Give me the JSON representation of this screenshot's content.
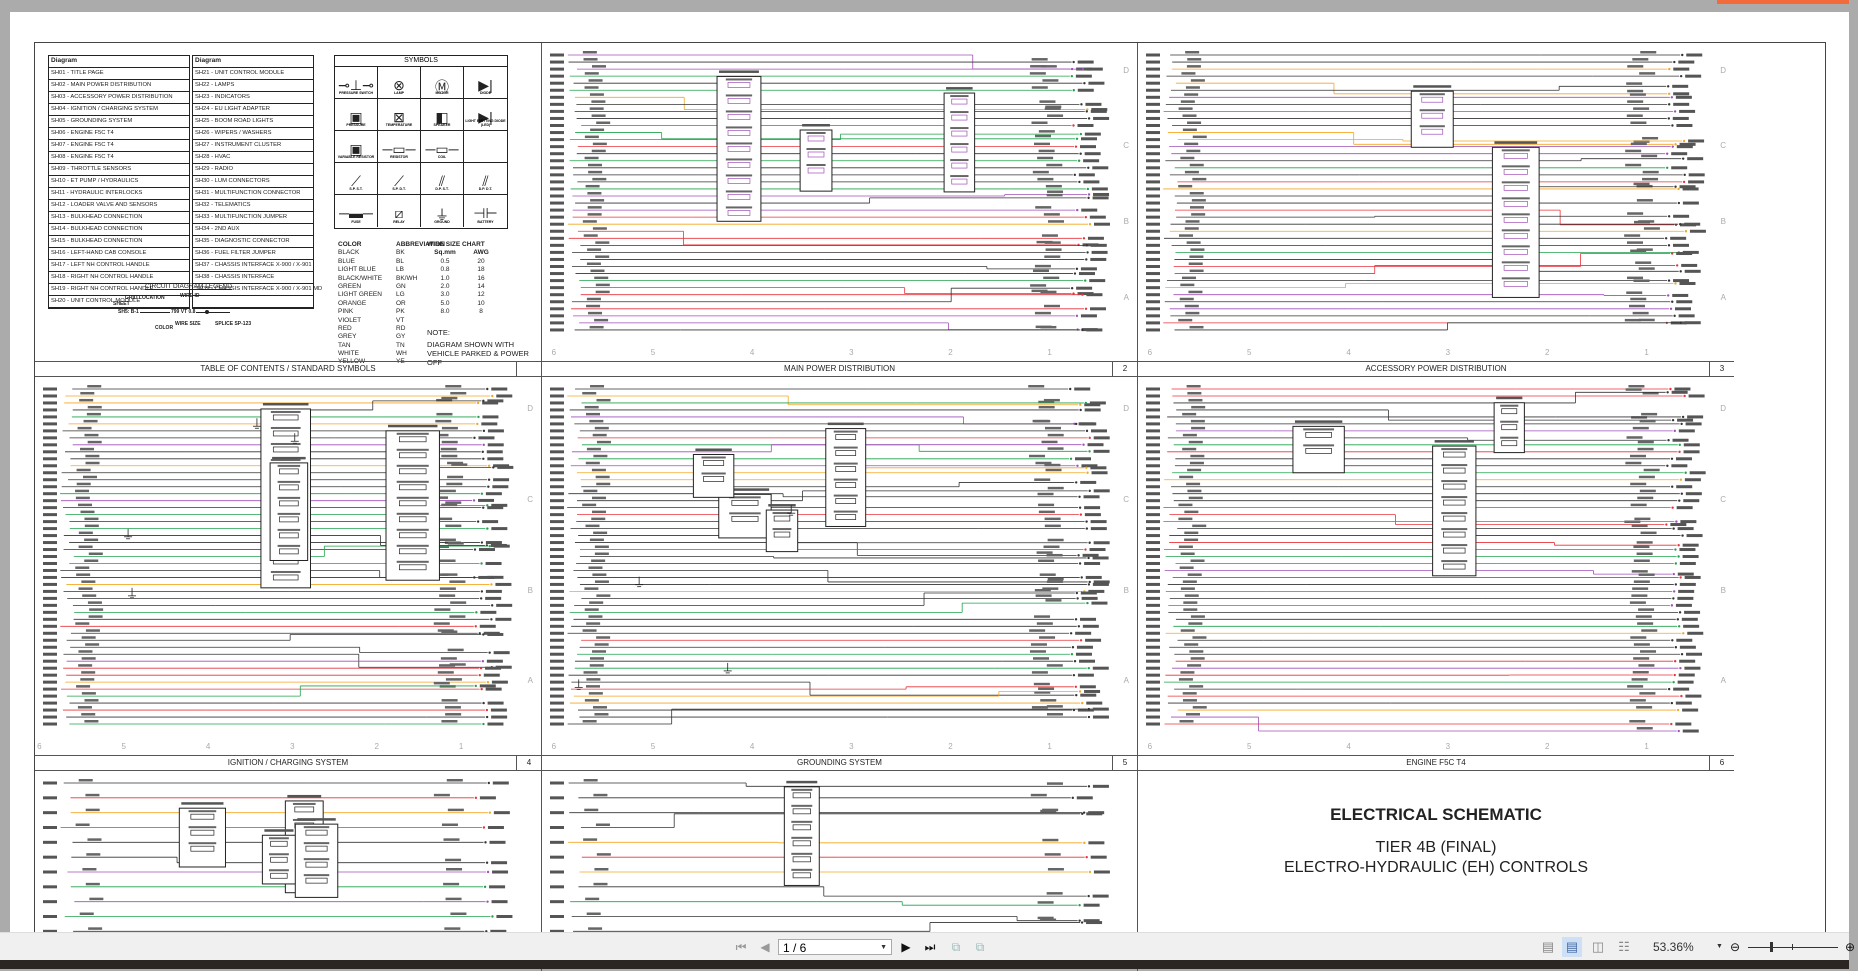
{
  "viewer": {
    "page_indicator": "1 / 6",
    "zoom_level": "53.36%",
    "zoom_slider_fraction": 0.35,
    "icons": {
      "first_page": "first-page-icon",
      "prev_page": "prev-page-icon",
      "next_page": "next-page-icon",
      "last_page": "last-page-icon",
      "go_back": "go-back-icon",
      "go_forward": "go-forward-icon",
      "single_page": "single-page-view-icon",
      "continuous": "continuous-view-icon",
      "two_page": "two-page-view-icon",
      "book": "book-view-icon",
      "zoom_out": "zoom-out-icon",
      "zoom_in": "zoom-in-icon"
    },
    "accent_color": "#f26a3a"
  },
  "grid": {
    "columns": [
      "6",
      "5",
      "4",
      "3",
      "2",
      "1"
    ],
    "rows": [
      "D",
      "C",
      "B",
      "A"
    ]
  },
  "sheets": [
    {
      "caption": "TABLE OF CONTENTS / STANDARD SYMBOLS",
      "number": ""
    },
    {
      "caption": "MAIN POWER DISTRIBUTION",
      "number": "2"
    },
    {
      "caption": "ACCESSORY POWER DISTRIBUTION",
      "number": "3"
    },
    {
      "caption": "IGNITION / CHARGING SYSTEM",
      "number": "4"
    },
    {
      "caption": "GROUNDING SYSTEM",
      "number": "5"
    },
    {
      "caption": "ENGINE F5C T4",
      "number": "6"
    }
  ],
  "toc": {
    "header": "Diagram",
    "left": [
      "SH01 - TITLE PAGE",
      "SH02 - MAIN POWER DISTRIBUTION",
      "SH03 - ACCESSORY POWER DISTRIBUTION",
      "SH04 - IGNITION / CHARGING SYSTEM",
      "SH05 - GROUNDING SYSTEM",
      "SH06 - ENGINE F5C T4",
      "SH07 - ENGINE F5C T4",
      "SH08 - ENGINE F5C T4",
      "SH09 - THROTTLE SENSORS",
      "SH10 - ET PUMP / HYDRAULICS",
      "SH11 - HYDRAULIC INTERLOCKS",
      "SH12 - LOADER VALVE AND SENSORS",
      "SH13 - BULKHEAD CONNECTION",
      "SH14 - BULKHEAD CONNECTION",
      "SH15 - BULKHEAD CONNECTION",
      "SH16 - LEFT-HAND CAB CONSOLE",
      "SH17 - LEFT NH CONTROL HANDLE",
      "SH18 - RIGHT NH CONTROL HANDLE",
      "SH19 - RIGHT NH CONTROL HANDLE",
      "SH20 - UNIT CONTROL MODULE"
    ],
    "right": [
      "SH21 - UNIT CONTROL MODULE",
      "SH22 - LAMPS",
      "SH23 - INDICATORS",
      "SH24 - EU LIGHT ADAPTER",
      "SH25 - BOOM ROAD LIGHTS",
      "SH26 - WIPERS / WASHERS",
      "SH27 - INSTRUMENT CLUSTER",
      "SH28 - HVAC",
      "SH29 - RADIO",
      "SH30 - LUM CONNECTORS",
      "SH31 - MULTIFUNCTION CONNECTOR",
      "SH32 - TELEMATICS",
      "SH33 - MULTIFUNCTION JUMPER",
      "SH34 - 2ND AUX",
      "SH35 - DIAGNOSTIC CONNECTOR",
      "SH36 - FUEL FILTER JUMPER",
      "SH37 - CHASSIS INTERFACE X-900 / X-901",
      "SH38 - CHASSIS INTERFACE",
      "SH39 - CHASSIS INTERFACE X-900 / X-901 MD",
      ""
    ]
  },
  "symbols": {
    "title": "SYMBOLS",
    "items": [
      {
        "label": "PRESSURE SWITCH",
        "icon": "pressure-switch-icon",
        "glyph": "⊸⊥⊸"
      },
      {
        "label": "LAMP",
        "icon": "lamp-icon",
        "glyph": "⊗"
      },
      {
        "label": "MOTOR",
        "icon": "motor-icon",
        "glyph": "Ⓜ"
      },
      {
        "label": "DIODE",
        "icon": "diode-icon",
        "glyph": "▶|"
      },
      {
        "label": "PRESSURE",
        "icon": "pressure-sensor-icon",
        "glyph": "▣"
      },
      {
        "label": "TEMPERATURE",
        "icon": "temperature-sensor-icon",
        "glyph": "⊠"
      },
      {
        "label": "SPEAKER",
        "icon": "speaker-icon",
        "glyph": "◧"
      },
      {
        "label": "LIGHT EMITTING DIODE (LED)",
        "icon": "led-icon",
        "glyph": "▶|"
      },
      {
        "label": "VARIABLE RESISTOR",
        "icon": "variable-resistor-icon",
        "glyph": "▣"
      },
      {
        "label": "RESISTOR",
        "icon": "resistor-icon",
        "glyph": "─▭─"
      },
      {
        "label": "COIL",
        "icon": "coil-icon",
        "glyph": "─▭─"
      },
      {
        "label": "",
        "icon": "blank-icon",
        "glyph": ""
      },
      {
        "label": "S.P. S.T.",
        "icon": "spst-switch-icon",
        "glyph": "⟋"
      },
      {
        "label": "S.P. D.T.",
        "icon": "spdt-switch-icon",
        "glyph": "⟋"
      },
      {
        "label": "D.P. S.T.",
        "icon": "dpst-switch-icon",
        "glyph": "⫽"
      },
      {
        "label": "D.P. D.T.",
        "icon": "dpdt-switch-icon",
        "glyph": "⫽"
      },
      {
        "label": "FUSE",
        "icon": "fuse-icon",
        "glyph": "─▬─"
      },
      {
        "label": "RELAY",
        "icon": "relay-icon",
        "glyph": "⧄"
      },
      {
        "label": "GROUND",
        "icon": "ground-icon",
        "glyph": "⏚"
      },
      {
        "label": "BATTERY",
        "icon": "battery-icon",
        "glyph": "⊣⊢"
      }
    ]
  },
  "colors": {
    "header_color": "COLOR",
    "header_abbr": "ABBREVIATION",
    "rows": [
      [
        "BLACK",
        "BK"
      ],
      [
        "BLUE",
        "BL"
      ],
      [
        "LIGHT BLUE",
        "LB"
      ],
      [
        "BLACK/WHITE",
        "BK/WH"
      ],
      [
        "GREEN",
        "GN"
      ],
      [
        "LIGHT GREEN",
        "LG"
      ],
      [
        "ORANGE",
        "OR"
      ],
      [
        "PINK",
        "PK"
      ],
      [
        "VIOLET",
        "VT"
      ],
      [
        "RED",
        "RD"
      ],
      [
        "GREY",
        "GY"
      ],
      [
        "TAN",
        "TN"
      ],
      [
        "WHITE",
        "WH"
      ],
      [
        "YELLOW",
        "YE"
      ]
    ]
  },
  "wire_size": {
    "title": "WIRE SIZE CHART",
    "col1": "Sq.mm",
    "col2": "AWG",
    "rows": [
      [
        "0.5",
        "20"
      ],
      [
        "0.8",
        "18"
      ],
      [
        "1.0",
        "16"
      ],
      [
        "2.0",
        "14"
      ],
      [
        "3.0",
        "12"
      ],
      [
        "5.0",
        "10"
      ],
      [
        "8.0",
        "8"
      ]
    ]
  },
  "note": {
    "title": "NOTE:",
    "line1": "DIAGRAM SHOWN WITH",
    "line2": "VEHICLE PARKED & POWER OFF"
  },
  "legend": {
    "title": "CIRCUIT DIAGRAM LEGEND",
    "grid_location": "GRID LOCATION",
    "wire_id": "WIRE ID",
    "sheet": "SHEET",
    "sheet_ref": "SH5: B-1",
    "wire_label": "799  VT  0.8",
    "color": "COLOR",
    "wire_size": "WIRE SIZE",
    "splice": "SPLICE SP-123"
  },
  "title_sheet": {
    "title": "ELECTRICAL SCHEMATIC",
    "subtitle": "TIER 4B (FINAL)",
    "subtitle2": "ELECTRO-HYDRAULIC (EH) CONTROLS"
  },
  "wire_colors": {
    "red": "#e8333a",
    "green": "#1fa24a",
    "orange": "#f5a623",
    "violet": "#a14fb8",
    "black": "#333333",
    "pink": "#e8a0b0"
  }
}
